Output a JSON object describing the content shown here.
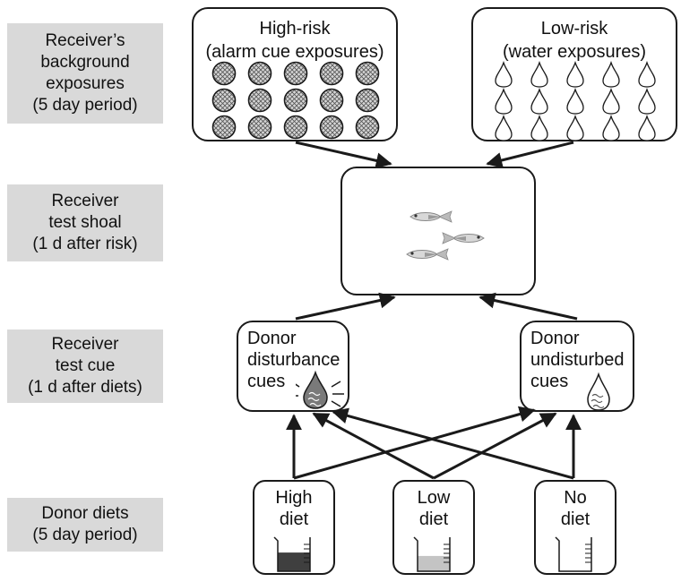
{
  "row_labels": [
    "Receiver’s\nbackground\nexposures\n(5 day period)",
    "Receiver\ntest shoal\n(1 d after risk)",
    "Receiver\ntest cue\n(1 d after diets)",
    "Donor diets\n(5 day period)"
  ],
  "exposures": {
    "high_risk": {
      "line1": "High-risk",
      "line2": "(alarm cue exposures)",
      "icon": "hatched-circle-icon",
      "count": 15
    },
    "low_risk": {
      "line1": "Low-risk",
      "line2": "(water exposures)",
      "icon": "water-drop-icon",
      "count": 15
    }
  },
  "shoal": {
    "icon": "fish-icon",
    "count": 3
  },
  "cues": {
    "disturbance": {
      "label": "Donor\ndisturbance\ncues",
      "icon": "disturbed-drop-icon"
    },
    "undisturbed": {
      "label": "Donor\nundisturbed\ncues",
      "icon": "calm-drop-icon"
    }
  },
  "diets": [
    {
      "label": "High\ndiet",
      "fill": 0.55,
      "fill_color": "#3f3f3f"
    },
    {
      "label": "Low\ndiet",
      "fill": 0.45,
      "fill_color": "#c4c4c4"
    },
    {
      "label": "No\ndiet",
      "fill": 0,
      "fill_color": "#ffffff"
    }
  ],
  "colors": {
    "label_bg": "#d9d9d9",
    "stroke": "#1a1a1a"
  }
}
